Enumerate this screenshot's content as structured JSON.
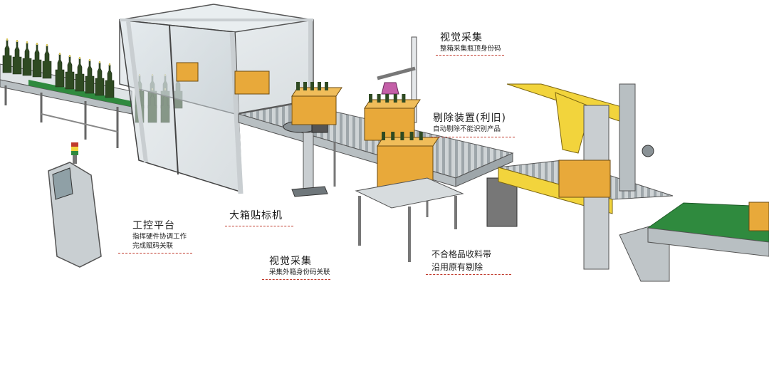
{
  "labels": {
    "vision_top": {
      "title": "视觉采集",
      "sub": [
        "整箱采集瓶顶身份码"
      ]
    },
    "reject": {
      "title": "剔除装置(利旧)",
      "sub": [
        "自动剔除不能识别产品"
      ]
    },
    "labeler": {
      "title": "大箱贴标机",
      "sub": []
    },
    "control": {
      "title": "工控平台",
      "sub": [
        "指挥硬件协调工作",
        "完成赋码关联"
      ]
    },
    "vision_bottom": {
      "title": "视觉采集",
      "sub": [
        "采集外箱身份码关联"
      ]
    },
    "reject_conveyor": {
      "title": "不合格品收料带",
      "sub": [
        "沿用原有剔除"
      ]
    }
  },
  "colors": {
    "bottle": "#2f4a22",
    "cap": "#d8c65a",
    "box": "#e8a93a",
    "sealer": "#f2d43c",
    "belt": "#2f8a3e",
    "frame": "#d9dfe2",
    "leader": "#c0392b"
  }
}
